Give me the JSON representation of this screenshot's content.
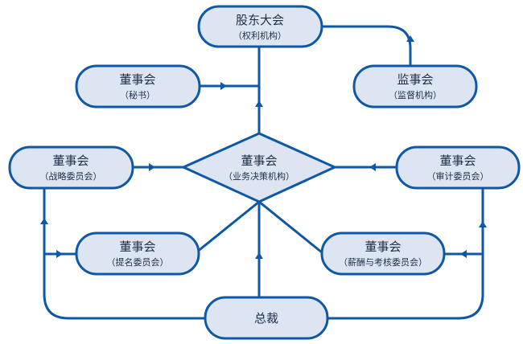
{
  "nodes": {
    "shareholders": {
      "title": "股东大会",
      "sub": "（权利机构）"
    },
    "secretary": {
      "title": "董事会",
      "sub": "（秘书）"
    },
    "supervisory": {
      "title": "监事会",
      "sub": "（监督机构）"
    },
    "board": {
      "title": "董事会",
      "sub": "（业务决策机构）"
    },
    "strategy": {
      "title": "董事会",
      "sub": "（战略委员会）"
    },
    "audit": {
      "title": "董事会",
      "sub": "（审计委员会）"
    },
    "nomination": {
      "title": "董事会",
      "sub": "（提名委员会）"
    },
    "remuneration": {
      "title": "董事会",
      "sub": "（薪酬与考核委员会）"
    },
    "president": {
      "title": "总裁"
    }
  },
  "colors": {
    "stroke": "#0e58a6",
    "fill": "#dde5f3",
    "text": "#1e2e45"
  }
}
